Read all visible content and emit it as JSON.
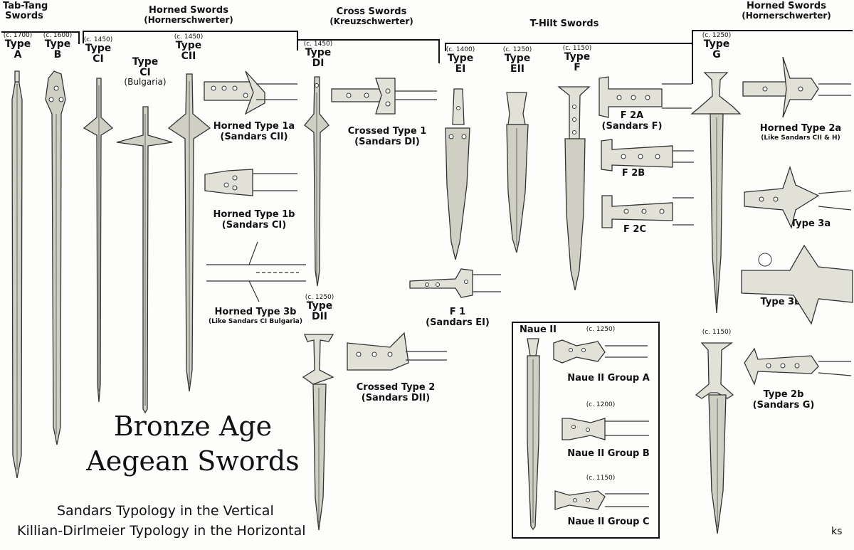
{
  "groups": {
    "tab_tang": [
      "Tab-Tang",
      "Swords"
    ],
    "horned1": [
      "Horned Swords",
      "(Hornerschwerter)"
    ],
    "cross": [
      "Cross Swords",
      "(Kreuzschwerter)"
    ],
    "thilt": "T-Hilt Swords",
    "horned2": [
      "Horned Swords",
      "(Hornerschwerter)"
    ]
  },
  "types": {
    "A": {
      "date": "(c. 1700)",
      "word": "Type",
      "code": "A"
    },
    "B": {
      "date": "(c. 1600)",
      "word": "Type",
      "code": "B"
    },
    "CI": {
      "date": "(c. 1450)",
      "word": "Type",
      "code": "CI"
    },
    "CIb": {
      "word": "Type",
      "code": "CI",
      "note": "(Bulgaria)"
    },
    "CII": {
      "date": "(c. 1450)",
      "word": "Type",
      "code": "CII"
    },
    "DI": {
      "date": "(c. 1450)",
      "word": "Type",
      "code": "DI"
    },
    "DII": {
      "date": "(c. 1250)",
      "word": "Type",
      "code": "DII"
    },
    "EI": {
      "date": "(c. 1400)",
      "word": "Type",
      "code": "EI"
    },
    "EII": {
      "date": "(c. 1250)",
      "word": "Type",
      "code": "EII"
    },
    "F": {
      "date": "(c. 1150)",
      "word": "Type",
      "code": "F"
    },
    "G": {
      "date": "(c. 1250)",
      "word": "Type",
      "code": "G"
    },
    "G2_date": "(c. 1150)"
  },
  "hilts": {
    "h1a": [
      "Horned Type 1a",
      "(Sandars CII)"
    ],
    "h1b": [
      "Horned Type 1b",
      "(Sandars CI)"
    ],
    "h3b": [
      "Horned Type 3b",
      "(Like Sandars CI Bulgaria)"
    ],
    "c1": [
      "Crossed Type 1",
      "(Sandars DI)"
    ],
    "c2": [
      "Crossed Type 2",
      "(Sandars DII)"
    ],
    "f1": [
      "F 1",
      "(Sandars EI)"
    ],
    "f2a": [
      "F 2A",
      "(Sandars F)"
    ],
    "f2b": "F 2B",
    "f2c": "F 2C",
    "h2a": [
      "Horned Type 2a",
      "(Like Sandars CII  & H)"
    ],
    "t3a": "Type 3a",
    "t3b": "Type 3b",
    "t2b": [
      "Type 2b",
      "(Sandars G)"
    ]
  },
  "naue": {
    "title": "Naue II",
    "a_date": "(c. 1250)",
    "a": "Naue II Group A",
    "b_date": "(c. 1200)",
    "b": "Naue II Group B",
    "c_date": "(c. 1150)",
    "c": "Naue II Group C"
  },
  "title": [
    "Bronze Age",
    "Aegean Swords"
  ],
  "subtitle": [
    "Sandars Typology in the Vertical",
    "Killian-Dirlmeier Typology in the Horizontal"
  ],
  "signature": "ks"
}
